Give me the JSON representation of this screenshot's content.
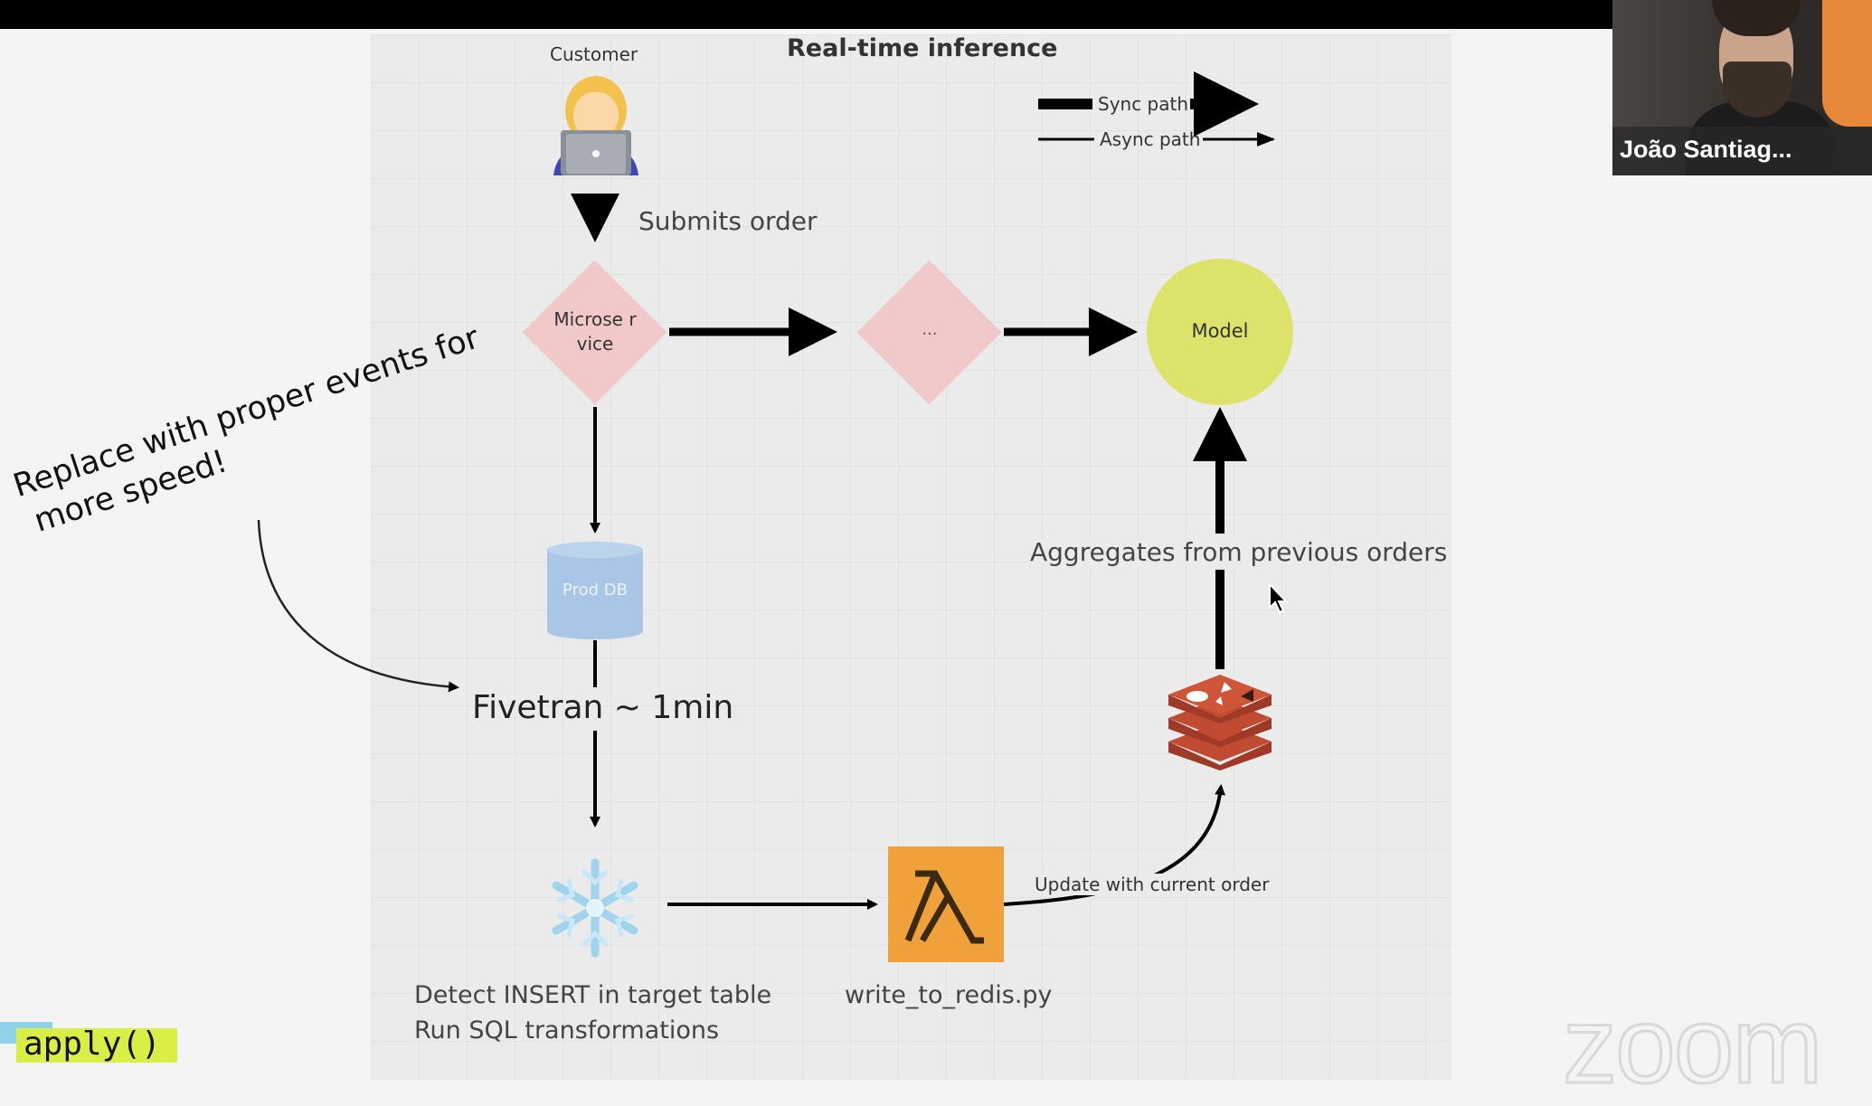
{
  "meeting": {
    "participant_name": "João Santiag...",
    "watermark": "zoom"
  },
  "code_snippet": "apply()",
  "diagram": {
    "title": "Real-time inference",
    "customer_label": "Customer",
    "legend": {
      "sync": "Sync path",
      "async": "Async path"
    },
    "submits_order": "Submits order",
    "microservice": "Microse rvice",
    "ellipsis": "...",
    "model": "Model",
    "prod_db": "Prod DB",
    "fivetran": "Fivetran ~ 1min",
    "aggregates": "Aggregates from previous orders",
    "update": "Update with current order",
    "lambda_script": "write_to_redis.py",
    "snowflake_line1": "Detect INSERT in target table",
    "snowflake_line2": "Run SQL transformations",
    "annotation_line1": "Replace with proper events for",
    "annotation_line2": "more speed!"
  },
  "colors": {
    "diamond": "#f2c9c9",
    "model": "#dde36a",
    "db": "#a9c6e6",
    "lambda": "#f0a13a",
    "redis": "#c14a32"
  }
}
